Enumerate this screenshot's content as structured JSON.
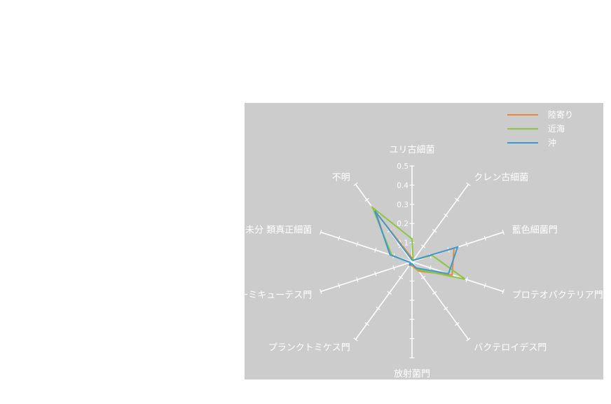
{
  "chart_data": {
    "type": "radar",
    "categories": [
      "ユリ古細菌",
      "クレン古細菌",
      "藍色細菌門",
      "プロテオバクテリア門",
      "バクテロイデス門",
      "放射菌門",
      "プランクトミケス門",
      "ファーミキューテス門",
      "未分 類真正細菌",
      "不明"
    ],
    "radial_range": [
      0,
      0.5
    ],
    "radial_ticks": [
      "0.1",
      "0.2",
      "0.3",
      "0.4",
      "0.5"
    ],
    "series": [
      {
        "name": "陸寄り",
        "color": "#e8893a",
        "values": [
          0.02,
          0.01,
          0.23,
          0.22,
          0.06,
          0.02,
          0.02,
          0.01,
          0.12,
          0.32
        ]
      },
      {
        "name": "近海",
        "color": "#8cc63f",
        "values": [
          0.12,
          0.01,
          0.11,
          0.29,
          0.05,
          0.01,
          0.01,
          0.01,
          0.11,
          0.35
        ]
      },
      {
        "name": "沖",
        "color": "#3a9bd1",
        "values": [
          0.01,
          0.01,
          0.25,
          0.2,
          0.04,
          0.01,
          0.02,
          0.01,
          0.12,
          0.33
        ]
      }
    ],
    "legend_position": "top-right",
    "colors": {
      "panel_background": "#cccccc",
      "axes": "#ffffff",
      "text": "#ffffff"
    }
  }
}
